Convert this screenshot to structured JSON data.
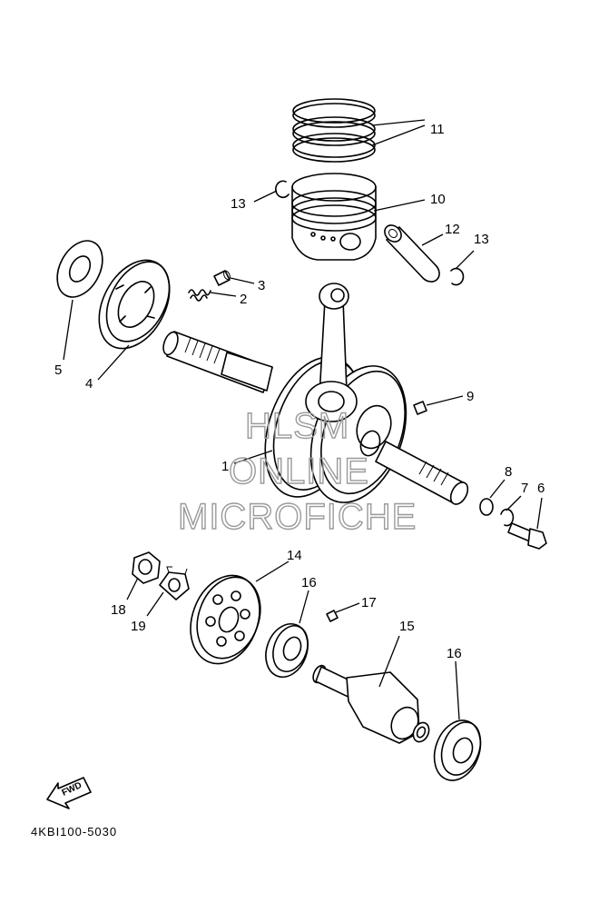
{
  "diagram": {
    "part_code": "4KBI100-5030",
    "fwd_label": "FWD",
    "watermark": [
      "HLSM",
      "ONLINE",
      "MICROFICHE"
    ],
    "callouts": [
      {
        "id": "c11",
        "text": "11"
      },
      {
        "id": "c13a",
        "text": "13"
      },
      {
        "id": "c10",
        "text": "10"
      },
      {
        "id": "c12",
        "text": "12"
      },
      {
        "id": "c13b",
        "text": "13"
      },
      {
        "id": "c3",
        "text": "3"
      },
      {
        "id": "c2",
        "text": "2"
      },
      {
        "id": "c5",
        "text": "5"
      },
      {
        "id": "c4",
        "text": "4"
      },
      {
        "id": "c9",
        "text": "9"
      },
      {
        "id": "c1",
        "text": "1"
      },
      {
        "id": "c8",
        "text": "8"
      },
      {
        "id": "c7",
        "text": "7"
      },
      {
        "id": "c6",
        "text": "6"
      },
      {
        "id": "c14",
        "text": "14"
      },
      {
        "id": "c16a",
        "text": "16"
      },
      {
        "id": "c17",
        "text": "17"
      },
      {
        "id": "c18",
        "text": "18"
      },
      {
        "id": "c19",
        "text": "19"
      },
      {
        "id": "c15",
        "text": "15"
      },
      {
        "id": "c16b",
        "text": "16"
      }
    ]
  }
}
